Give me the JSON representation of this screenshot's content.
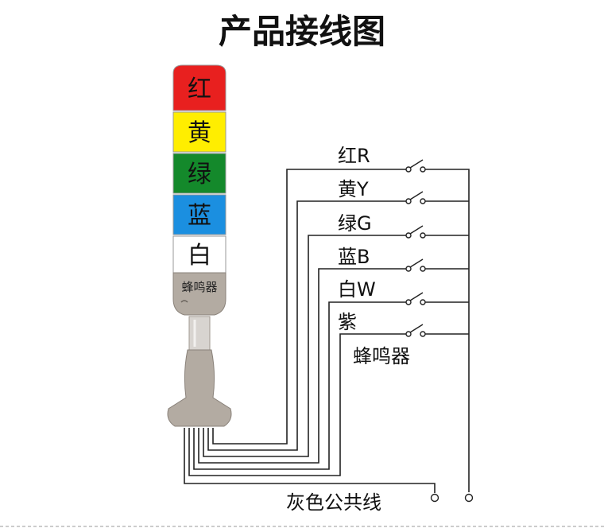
{
  "title": "产品接线图",
  "tower": {
    "segments": [
      {
        "label": "红",
        "color": "#e8201f"
      },
      {
        "label": "黄",
        "color": "#ffee00"
      },
      {
        "label": "绿",
        "color": "#14892b"
      },
      {
        "label": "蓝",
        "color": "#1b8fe0"
      },
      {
        "label": "白",
        "color": "#ffffff"
      }
    ],
    "buzzer_label": "蜂鸣器",
    "body_color": "#b3aba2"
  },
  "wires": [
    {
      "label": "红R"
    },
    {
      "label": "黄Y"
    },
    {
      "label": "绿G"
    },
    {
      "label": "蓝B"
    },
    {
      "label": "白W"
    },
    {
      "label": "紫"
    }
  ],
  "buzzer_wire_label": "蜂鸣器",
  "common_wire_label": "灰色公共线"
}
